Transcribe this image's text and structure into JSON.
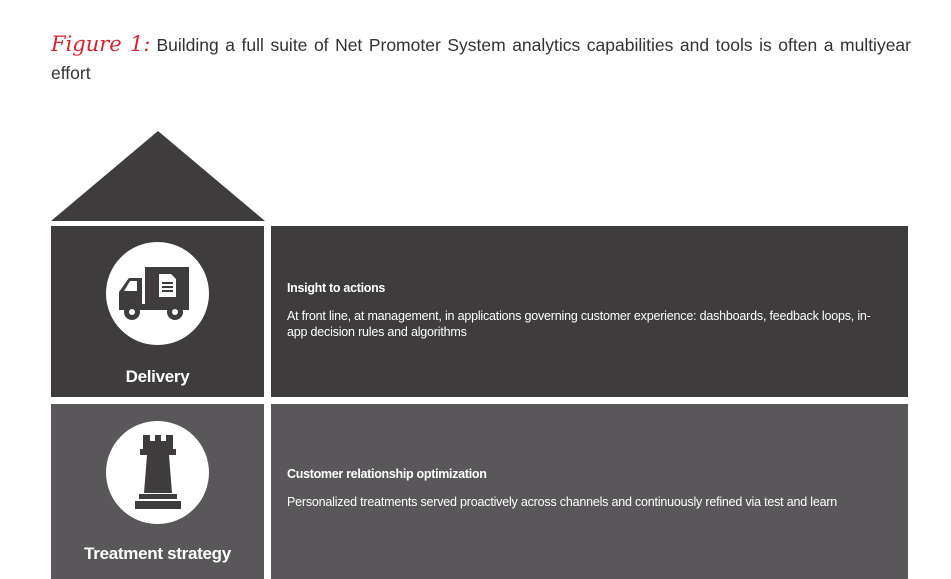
{
  "figure": {
    "label": "Figure 1:",
    "title": "Building a full suite of Net Promoter System analytics capabilities and tools is often a multiyear effort"
  },
  "colors": {
    "accent": "#d8242d",
    "delivery_bg": "#3e3c3c",
    "treatment_bg": "#595759",
    "roof": "#3e3c3c"
  },
  "rows": [
    {
      "name": "Delivery",
      "icon": "delivery-truck-icon",
      "heading": "Insight to actions",
      "description": "At front line, at management, in applications governing customer experience: dashboards, feedback loops, in-app decision rules and algorithms"
    },
    {
      "name": "Treatment strategy",
      "icon": "chess-rook-icon",
      "heading": "Customer relationship optimization",
      "description": "Personalized treatments served proactively across channels and continuously refined via test and learn"
    }
  ]
}
